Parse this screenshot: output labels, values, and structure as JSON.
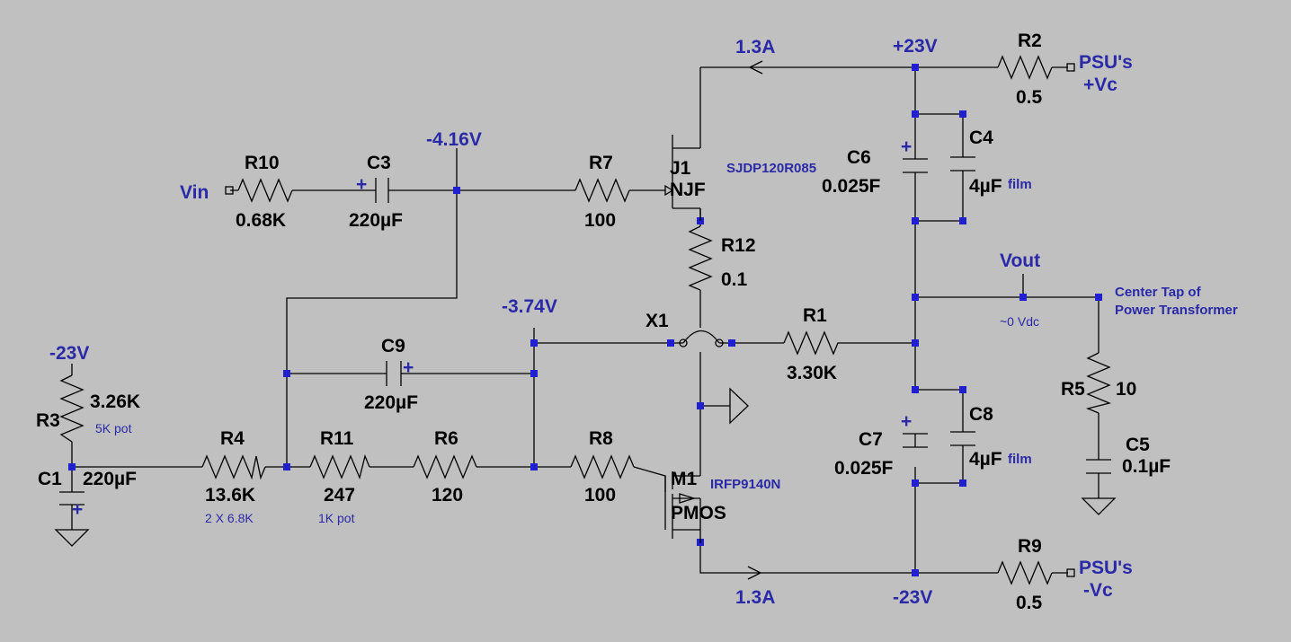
{
  "nets": {
    "vplus": "+23V",
    "vminus_rail": "-23V",
    "vminus_bias": "-23V",
    "gate_node": "-4.16V",
    "mid_node": "-3.74V",
    "current_top": "1.3A",
    "current_bottom": "1.3A",
    "vin": "Vin",
    "vout": "Vout",
    "vout_dc": "~0 Vdc",
    "center_tap_1": "Center Tap of",
    "center_tap_2": "Power Transformer",
    "psu_pos_1": "PSU's",
    "psu_pos_2": "+Vc",
    "psu_neg_1": "PSU's",
    "psu_neg_2": "-Vc"
  },
  "components": {
    "R10": {
      "name": "R10",
      "value": "0.68K"
    },
    "C3": {
      "name": "C3",
      "value": "220µF"
    },
    "R7": {
      "name": "R7",
      "value": "100"
    },
    "J1": {
      "name": "J1",
      "type": "NJF",
      "model": "SJDP120R085"
    },
    "R12": {
      "name": "R12",
      "value": "0.1"
    },
    "R2": {
      "name": "R2",
      "value": "0.5"
    },
    "C6": {
      "name": "C6",
      "value": "0.025F"
    },
    "C4": {
      "name": "C4",
      "value": "4µF",
      "note": "film"
    },
    "X1": {
      "name": "X1"
    },
    "R1": {
      "name": "R1",
      "value": "3.30K"
    },
    "C9": {
      "name": "C9",
      "value": "220µF"
    },
    "R3": {
      "name": "R3",
      "value": "3.26K",
      "note": "5K pot"
    },
    "C1": {
      "name": "C1",
      "value": "220µF"
    },
    "R4": {
      "name": "R4",
      "value": "13.6K",
      "note": "2 X 6.8K"
    },
    "R11": {
      "name": "R11",
      "value": "247",
      "note": "1K pot"
    },
    "R6": {
      "name": "R6",
      "value": "120"
    },
    "R8": {
      "name": "R8",
      "value": "100"
    },
    "M1": {
      "name": "M1",
      "type": "PMOS",
      "model": "IRFP9140N"
    },
    "C7": {
      "name": "C7",
      "value": "0.025F"
    },
    "C8": {
      "name": "C8",
      "value": "4µF",
      "note": "film"
    },
    "R5": {
      "name": "R5",
      "value": "10"
    },
    "C5": {
      "name": "C5",
      "value": "0.1µF"
    },
    "R9": {
      "name": "R9",
      "value": "0.5"
    }
  },
  "polarity": {
    "plus": "+"
  },
  "colors": {
    "background": "#c0c0c0",
    "wire": "#000000",
    "label": "#2a2aa8",
    "junction": "#2020d0"
  }
}
